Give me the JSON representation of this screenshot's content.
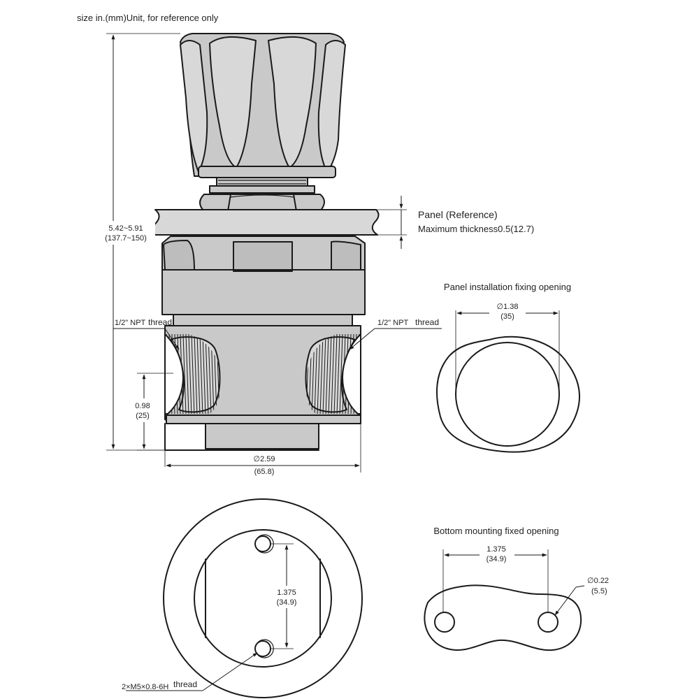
{
  "header_note": "size in.(mm)Unit, for reference only",
  "panel": {
    "label": "Panel (Reference)",
    "thickness": "Maximum thickness0.5(12.7)"
  },
  "overall_height": {
    "in": "5.42~5.91",
    "mm": "(137.7~150)"
  },
  "npt_left": {
    "size": "1/2\" NPT",
    "word": "thread"
  },
  "npt_right": {
    "size": "1/2\" NPT",
    "word": "thread"
  },
  "port_height": {
    "in": "0.98",
    "mm": "(25)"
  },
  "body_diameter": {
    "in": "∅2.59",
    "mm": "(65.8)"
  },
  "panel_opening": {
    "title": "Panel installation fixing opening",
    "dia_in": "∅1.38",
    "dia_mm": "(35)"
  },
  "bottom_view": {
    "spacing_in": "1.375",
    "spacing_mm": "(34.9)",
    "screw_spec": "2×M5×0.8-6H",
    "screw_word": "thread"
  },
  "bottom_opening": {
    "title": "Bottom mounting fixed opening",
    "spacing_in": "1.375",
    "spacing_mm": "(34.9)",
    "hole_in": "∅0.22",
    "hole_mm": "(5.5)"
  }
}
